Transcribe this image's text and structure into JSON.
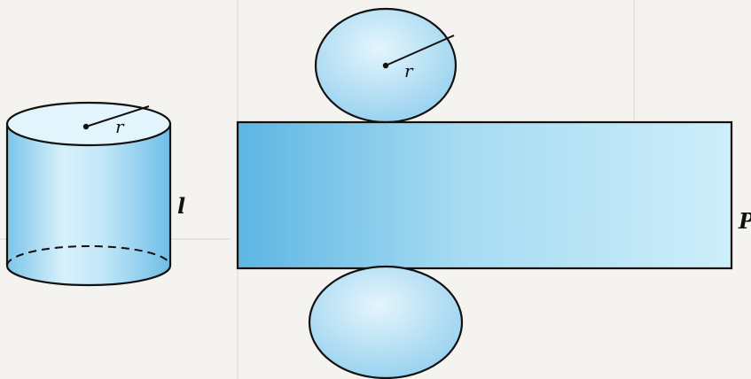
{
  "labels": {
    "radius_top_circle": "r",
    "radius_cylinder": "r",
    "cylinder_height": "l",
    "rectangle_side": "P"
  },
  "colors": {
    "fill_light": "#d3eef9",
    "fill_mid": "#9fd4ef",
    "fill_dark": "#5db5e3",
    "outline": "#111111"
  }
}
